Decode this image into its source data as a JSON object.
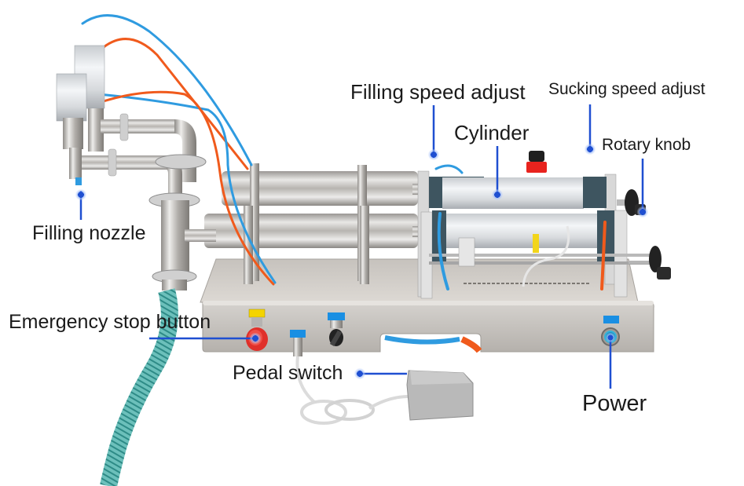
{
  "figure": {
    "subject": "Pneumatic double-head piston liquid filling machine",
    "callout_color": "#1f4fd1",
    "callouts": [
      {
        "id": "filling-speed-adjust",
        "text": "Filling speed adjust"
      },
      {
        "id": "sucking-speed-adjust",
        "text": "Sucking speed adjust"
      },
      {
        "id": "cylinder",
        "text": "Cylinder"
      },
      {
        "id": "rotary-knob",
        "text": "Rotary knob"
      },
      {
        "id": "filling-nozzle",
        "text": "Filling nozzle"
      },
      {
        "id": "emergency-stop-button",
        "text": "Emergency stop button"
      },
      {
        "id": "pedal-switch",
        "text": "Pedal switch"
      },
      {
        "id": "power",
        "text": "Power"
      }
    ],
    "colors": {
      "steel": "#c9c7c4",
      "steel_dark": "#8d8a86",
      "air_tube_blue": "#2f9be0",
      "air_tube_orange": "#f05a1c",
      "hose_teal": "#4fa9a6",
      "estop_red": "#e0302a",
      "power_button": "#1e8fc4",
      "cylinder_block": "#3e5560",
      "knob_black": "#222222",
      "plate_blue": "#1a8fe3",
      "plate_yellow": "#f4d400"
    }
  }
}
